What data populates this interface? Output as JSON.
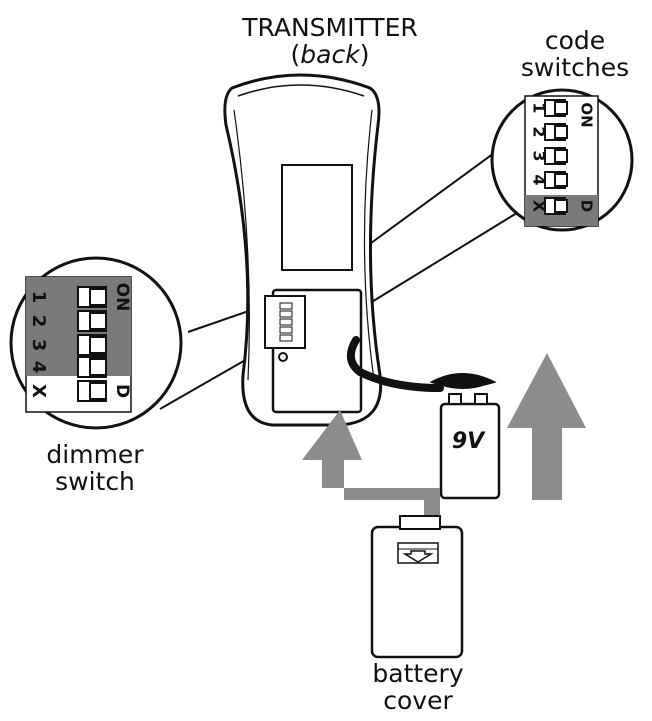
{
  "title": {
    "line1": "TRANSMITTER",
    "line2_open": "(",
    "line2_italic": "back",
    "line2_close": ")"
  },
  "code_switches": {
    "label_line1": "code",
    "label_line2": "switches",
    "on_label": "ON",
    "d_label": "D",
    "rows": [
      "1",
      "2",
      "3",
      "4",
      "X"
    ],
    "shaded_row": "X"
  },
  "dimmer_switch": {
    "label_line1": "dimmer",
    "label_line2": "switch",
    "on_label": "ON",
    "d_label": "D",
    "rows": [
      "1",
      "2",
      "3",
      "4",
      "X"
    ],
    "shaded_rows": [
      "1",
      "2",
      "3",
      "4"
    ]
  },
  "battery": {
    "text": "9V"
  },
  "battery_cover": {
    "label_line1": "battery",
    "label_line2": "cover"
  },
  "colors": {
    "outline": "#111111",
    "arrow_gray": "#8c8c8c",
    "switch_shade": "#7a7a7a",
    "background": "#ffffff"
  }
}
